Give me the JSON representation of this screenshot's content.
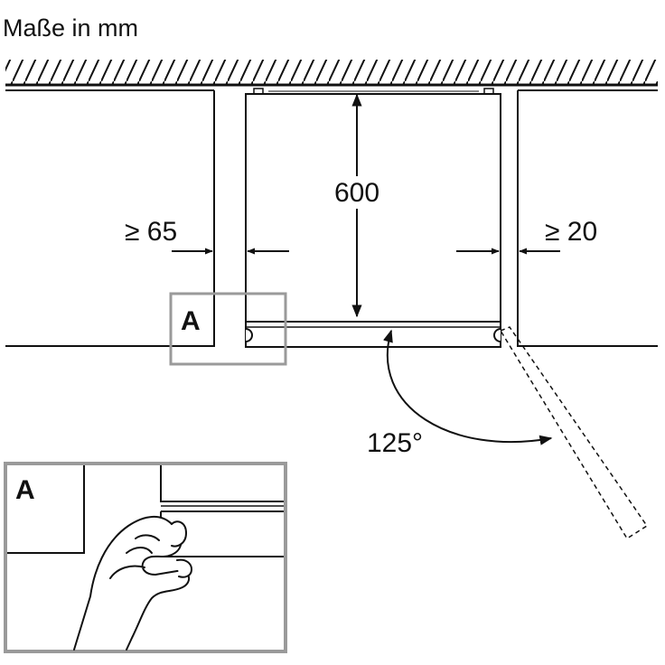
{
  "title": "Maße in mm",
  "dimensions": {
    "depth": "600",
    "left_gap": "≥ 65",
    "right_gap": "≥ 20",
    "door_angle": "125°"
  },
  "detail": {
    "callout_label": "A",
    "inset_label": "A"
  },
  "colors": {
    "line": "#111111",
    "frame": "#9a9a9a",
    "background": "#ffffff"
  },
  "icons": {
    "hand": "hand-icon",
    "hinge": "hinge-icon"
  }
}
